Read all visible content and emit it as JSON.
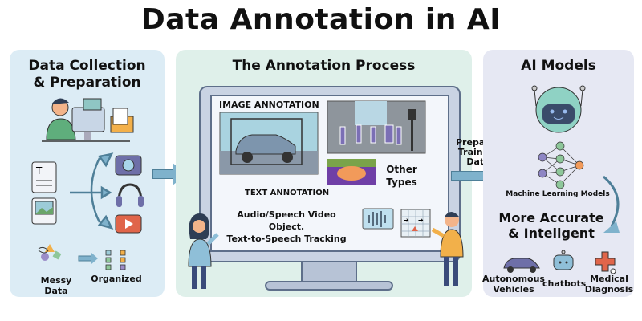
{
  "title": "Data Annotation in AI",
  "collection": {
    "heading_line1": "Data Collection",
    "heading_line2": "& Preparation",
    "messy_label": "Messy Data",
    "organized_label": "Organized"
  },
  "process": {
    "heading": "The Annotation Process",
    "image_annotation": "IMAGE ANNOTATION",
    "text_annotation": "TEXT ANNOTATION",
    "other_types_line1": "Other",
    "other_types_line2": "Types",
    "audio_line1": "Audio/Speech Video Object.",
    "audio_line2": "Text-to-Speech Tracking"
  },
  "transfer": {
    "line1": "Prepared",
    "line2": "Training",
    "line3": "Data"
  },
  "models": {
    "heading": "AI Models",
    "ml_label": "Machine Learning Models",
    "result_line1": "More Accurate",
    "result_line2": "& Inteligent",
    "apps": [
      {
        "line1": "Autonomous",
        "line2": "Vehicles"
      },
      {
        "line1": "chatbots",
        "line2": ""
      },
      {
        "line1": "Medical",
        "line2": "Diagnosis"
      }
    ]
  },
  "colors": {
    "panel_left": "#dcecf5",
    "panel_middle": "#dff0ea",
    "panel_right": "#e6e8f3",
    "arrow": "#7fb2cc"
  }
}
